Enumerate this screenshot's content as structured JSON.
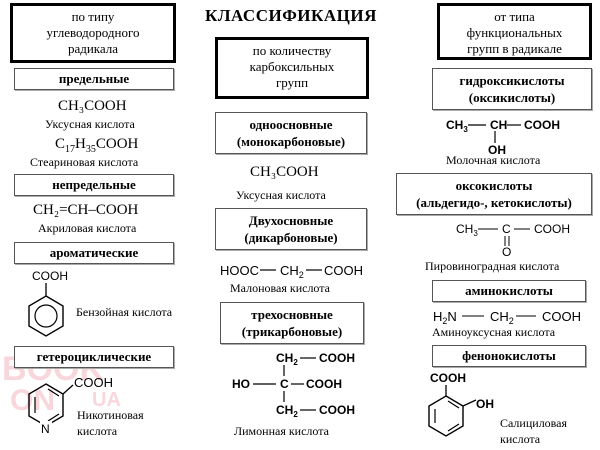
{
  "title": "КЛАССИФИКАЦИЯ",
  "headers": {
    "left": [
      "по типу",
      "углеводородного",
      "радикала"
    ],
    "middle": [
      "по количеству",
      "карбоксильных",
      "групп"
    ],
    "right": [
      "от типа",
      "функциональных",
      "групп в радикале"
    ]
  },
  "left": {
    "saturated": {
      "label": "предельные",
      "f1": "CH₃COOH",
      "f1_name": "Уксусная кислота",
      "f2_pre": "C",
      "f2_s1": "17",
      "f2_mid": "H",
      "f2_s2": "35",
      "f2_post": "COOH",
      "f2_name": "Стеариновая кислота"
    },
    "unsaturated": {
      "label": "непредельные",
      "f1": "CH₂=CH–COOH",
      "f1_name": "Акриловая кислота"
    },
    "aromatic": {
      "label": "ароматические",
      "group": "COOH",
      "name": "Бензойная кислота"
    },
    "heterocyclic": {
      "label": "гетероциклические",
      "group": "COOH",
      "atom": "N",
      "name1": "Никотиновая",
      "name2": "кислота"
    }
  },
  "middle": {
    "mono": {
      "label1": "одноосновные",
      "label2": "(монокарбоновые)",
      "f1": "CH₃COOH",
      "f1_name": "Уксусная кислота"
    },
    "di": {
      "label1": "Двухосновные",
      "label2": "(дикарбоновые)",
      "name": "Малоновая кислота",
      "f_a": "HOOC",
      "f_b": "CH",
      "f_b_sub": "2",
      "f_c": "COOH"
    },
    "tri": {
      "label1": "трехосновные",
      "label2": "(трикарбоновые)",
      "name": "Лимонная кислота",
      "ch": "CH",
      "sub2": "2",
      "cooh": "COOH",
      "ho": "HO",
      "c": "C"
    }
  },
  "right": {
    "hydroxy": {
      "label1": "гидроксикислоты",
      "label2": "(оксикислоты)",
      "name": "Молочная кислота",
      "ch3": "CH",
      "sub3": "3",
      "ch": "CH",
      "cooh": "COOH",
      "oh": "OH"
    },
    "oxo": {
      "label1": "оксокислоты",
      "label2": "(альдегидо-, кетокислоты)",
      "name": "Пировиноградная кислота",
      "ch3": "CH",
      "sub3": "3",
      "c": "C",
      "cooh": "COOH",
      "o": "O"
    },
    "amino": {
      "label": "аминокислоты",
      "name": "Аминоуксусная кислота",
      "h": "H",
      "sub2": "2",
      "n": "N",
      "ch": "CH",
      "cooh": "COOH"
    },
    "phenol": {
      "label": "фенонокислоты",
      "name1": "Салициловая",
      "name2": "кислота",
      "cooh": "COOH",
      "oh": "OH"
    }
  },
  "watermark": {
    "t1": "BOOK",
    "t2": "ON",
    "t3": "UA"
  }
}
